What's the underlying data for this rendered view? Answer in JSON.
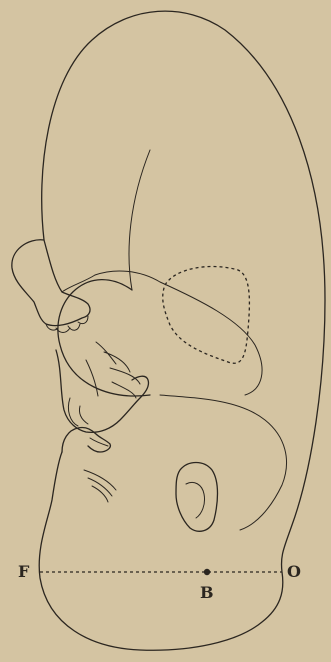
{
  "labels": {
    "front": "F",
    "center": "B",
    "occiput": "O"
  },
  "colors": {
    "background": "#d4c4a2",
    "ink": "#2b2620"
  }
}
